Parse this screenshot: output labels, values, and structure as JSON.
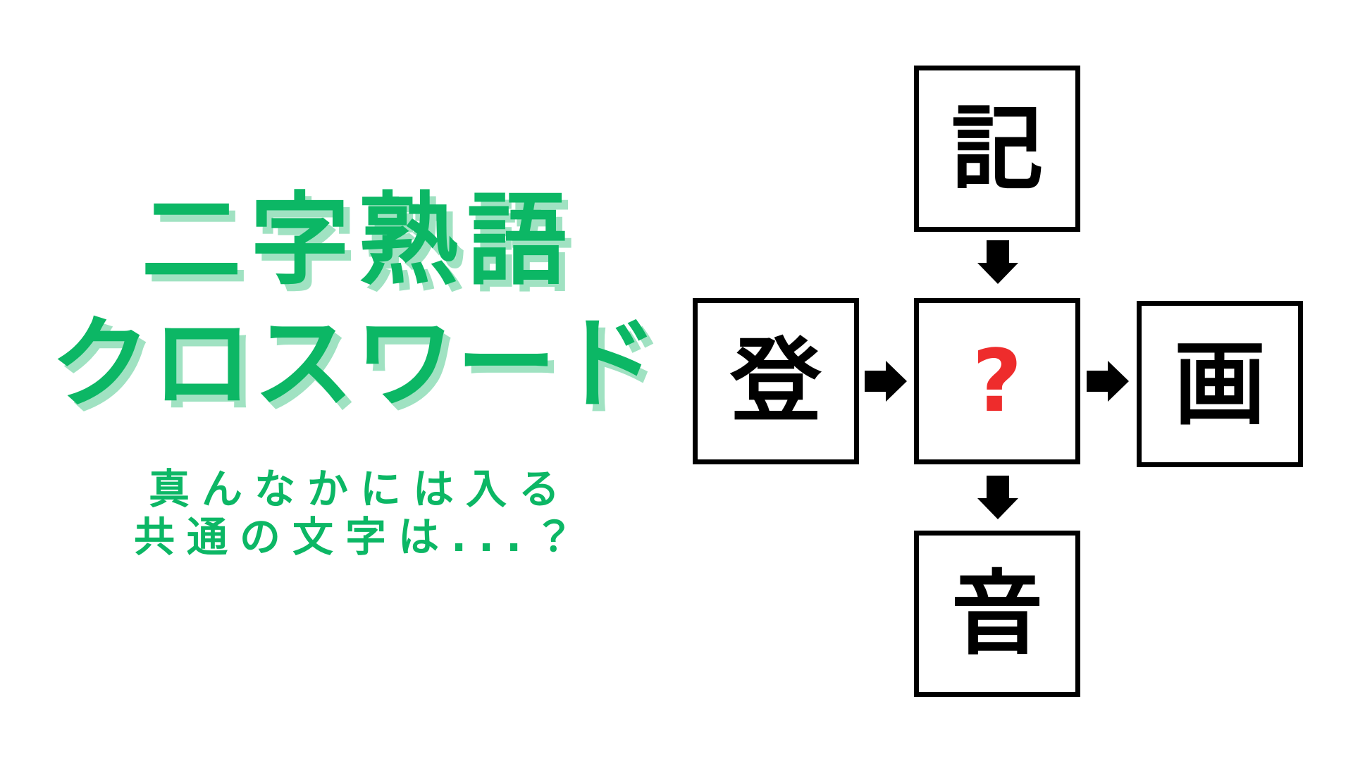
{
  "title": {
    "line1": "二字熟語",
    "line2": "クロスワード"
  },
  "subtitle": {
    "line1": "真んなかには入る",
    "line2": "共通の文字は...？"
  },
  "puzzle": {
    "top": "記",
    "left": "登",
    "center": "?",
    "right": "画",
    "bottom": "音"
  },
  "colors": {
    "title_green": "#0CB765",
    "title_shadow_green": "#A0E2C2",
    "question_red": "#EE2C2C",
    "box_black": "#000000",
    "background": "#FFFFFF"
  }
}
